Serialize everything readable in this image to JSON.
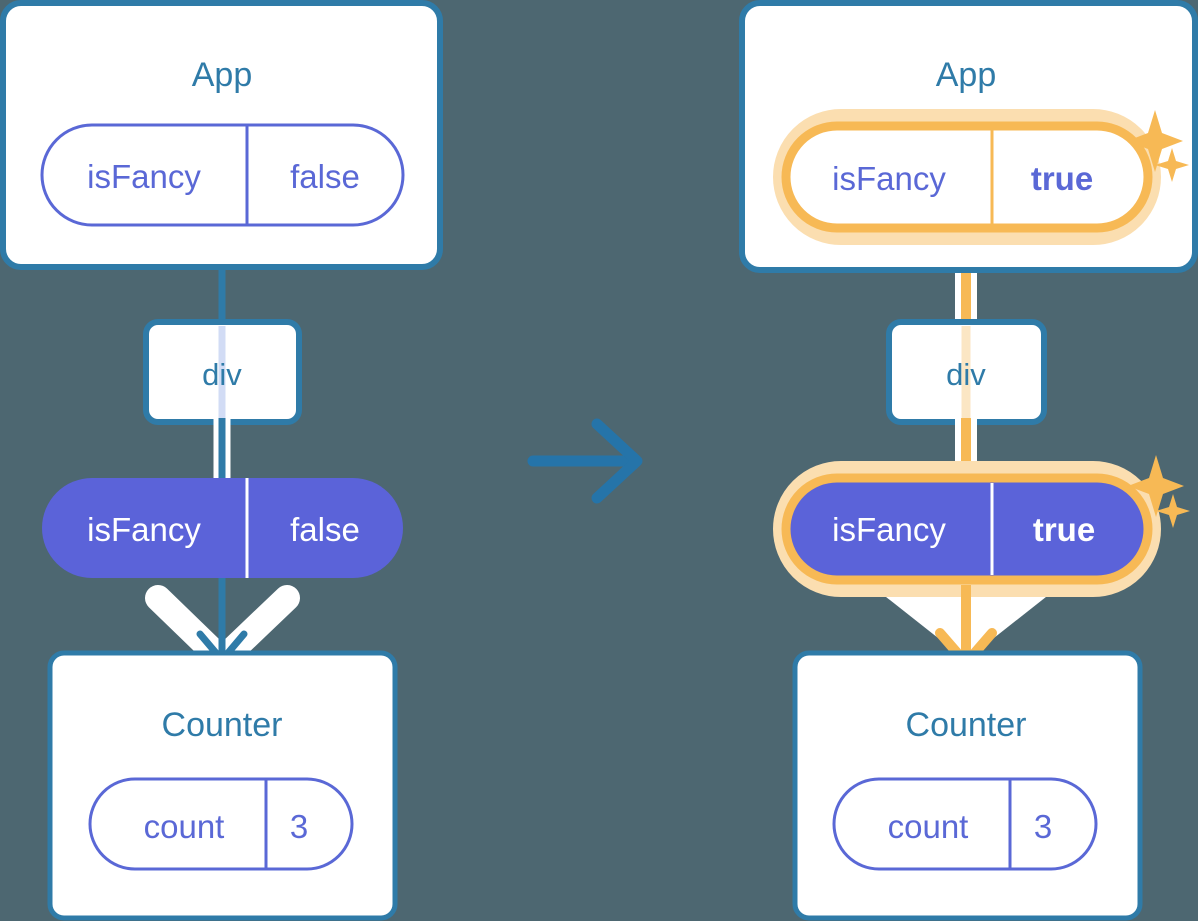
{
  "diagram": {
    "title": "react-state-propagation-before-after",
    "background_color": "#4d6771",
    "colors": {
      "card_border": "#2f7ba8",
      "card_fill": "#ffffff",
      "title_text": "#2f7ba8",
      "pill_outline_stroke": "#5a68d6",
      "pill_outline_text": "#5a68d6",
      "pill_solid_fill": "#5b63d9",
      "pill_solid_text": "#ffffff",
      "highlight_ring": "#f5b košt",
      "highlight_ring_solid": "#f7b955",
      "highlight_ring_glow": "#fbdeb0",
      "connector_blue": "#2f7ba8",
      "connector_white": "#ffffff",
      "transition_arrow": "#2574a9",
      "sparkle": "#f7b955"
    },
    "transition_arrow_icon": "arrow-right-icon"
  },
  "panels": [
    {
      "id": "before",
      "app": {
        "title": "App",
        "state_pill": {
          "key": "isFancy",
          "value": "false",
          "style": "outline",
          "highlighted": false,
          "value_bold": false
        }
      },
      "div": {
        "label": "div"
      },
      "prop_pill": {
        "key": "isFancy",
        "value": "false",
        "style": "solid",
        "highlighted": false,
        "value_bold": false
      },
      "counter": {
        "title": "Counter",
        "state_pill": {
          "key": "count",
          "value": "3",
          "style": "outline",
          "highlighted": false,
          "value_bold": false
        }
      }
    },
    {
      "id": "after",
      "app": {
        "title": "App",
        "state_pill": {
          "key": "isFancy",
          "value": "true",
          "style": "outline",
          "highlighted": true,
          "value_bold": true
        }
      },
      "div": {
        "label": "div"
      },
      "prop_pill": {
        "key": "isFancy",
        "value": "true",
        "style": "solid",
        "highlighted": true,
        "value_bold": true
      },
      "counter": {
        "title": "Counter",
        "state_pill": {
          "key": "count",
          "value": "3",
          "style": "outline",
          "highlighted": false,
          "value_bold": false
        }
      },
      "sparkles": [
        "sparkle-large",
        "sparkle-small"
      ]
    }
  ]
}
